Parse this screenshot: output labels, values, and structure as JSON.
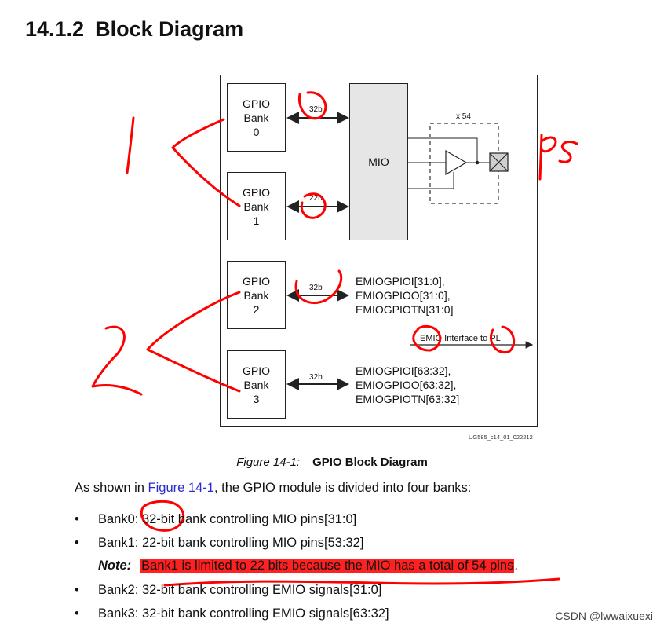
{
  "heading": {
    "number": "14.1.2",
    "title": "Block Diagram"
  },
  "diagram": {
    "banks": [
      {
        "lines": [
          "GPIO",
          "Bank",
          "0"
        ],
        "bus": "32b"
      },
      {
        "lines": [
          "GPIO",
          "Bank",
          "1"
        ],
        "bus": "22b"
      },
      {
        "lines": [
          "GPIO",
          "Bank",
          "2"
        ],
        "bus": "32b",
        "signals": [
          "EMIOGPIOI[31:0],",
          "EMIOGPIOO[31:0],",
          "EMIOGPIOTN[31:0]"
        ]
      },
      {
        "lines": [
          "GPIO",
          "Bank",
          "3"
        ],
        "bus": "32b",
        "signals": [
          "EMIOGPIOI[63:32],",
          "EMIOGPIOO[63:32],",
          "EMIOGPIOTN[63:32]"
        ]
      }
    ],
    "mio_label": "MIO",
    "multiplier": "x 54",
    "emio_interface": "EMIO Interface to PL",
    "figure_id": "UG585_c14_01_022212"
  },
  "caption": {
    "figure": "Figure 14-1:",
    "title": "GPIO Block Diagram"
  },
  "intro": {
    "before": "As shown in ",
    "link": "Figure 14-1",
    "after": ", the GPIO module is divided into four banks:"
  },
  "bullets": [
    "Bank0: 32-bit bank controlling MIO pins[31:0]",
    "Bank1: 22-bit bank controlling MIO pins[53:32]",
    "Bank2: 32-bit bank controlling EMIO signals[31:0]",
    "Bank3: 32-bit bank controlling EMIO signals[63:32]"
  ],
  "note": {
    "label": "Note:",
    "text": "Bank1 is limited to 22 bits because the MIO has a total of 54 pins",
    "end": "."
  },
  "watermark": "CSDN @lwwaixuexi",
  "colors": {
    "annotation": "#ff0000",
    "mio_fill": "#e6e6e6",
    "link": "#2a2ad0"
  }
}
